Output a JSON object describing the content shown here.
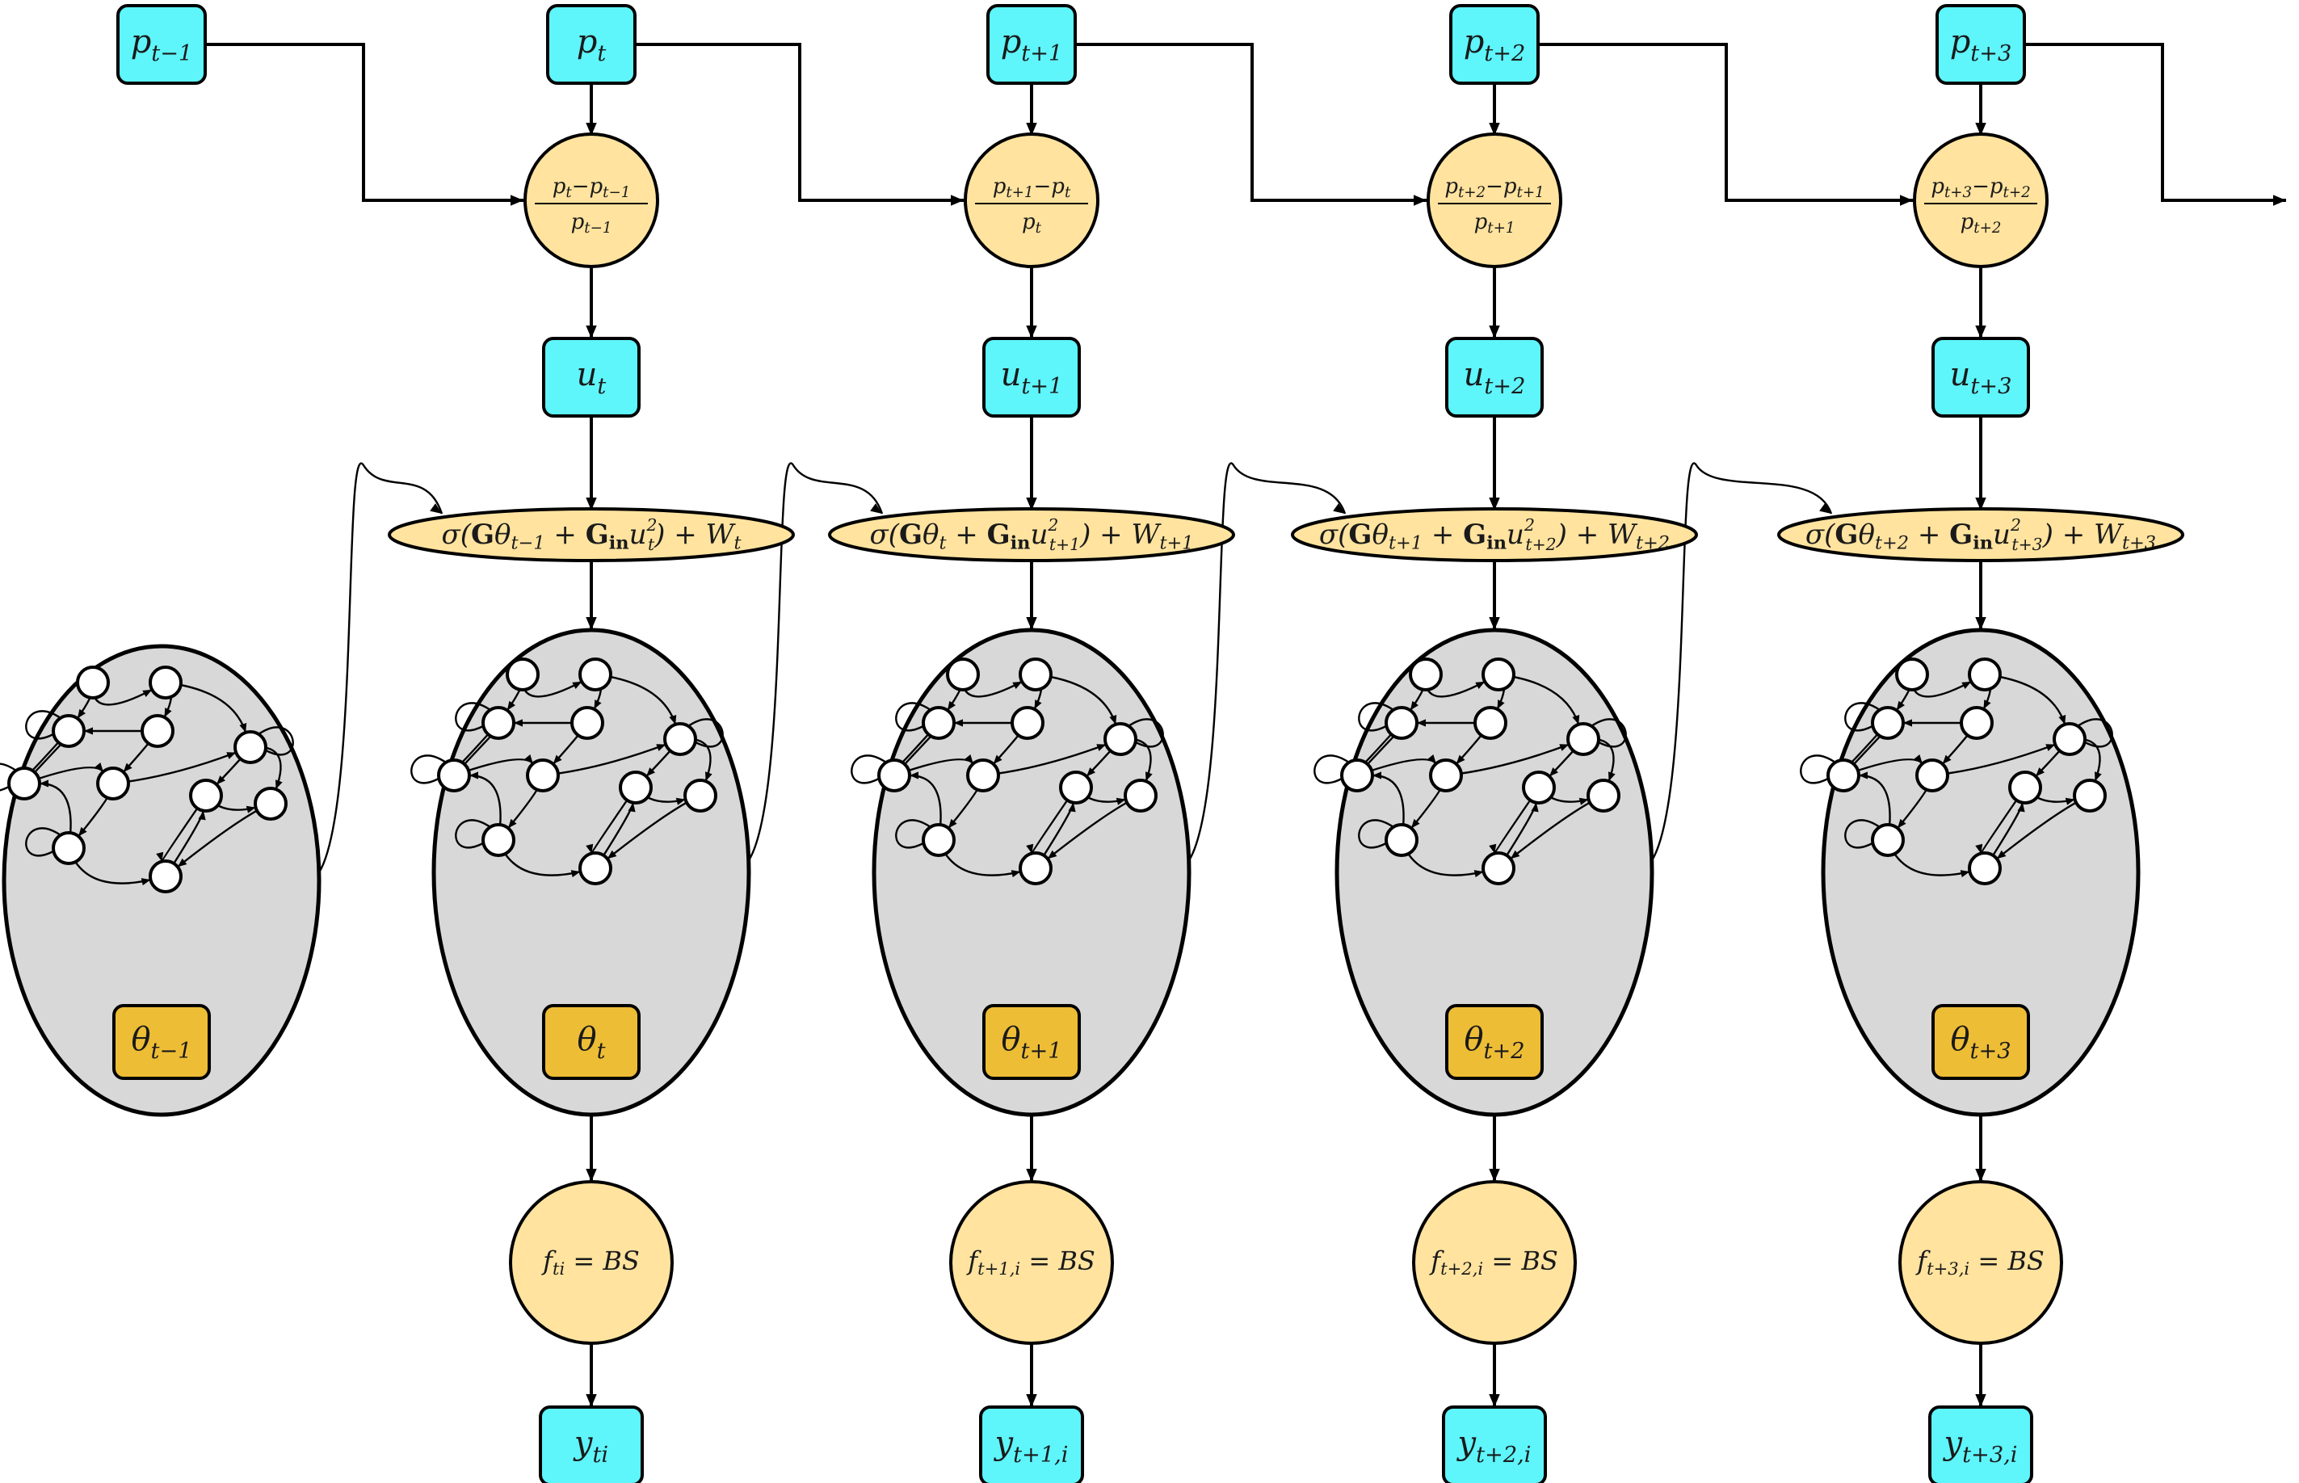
{
  "diagram": {
    "columns": [
      {
        "id": "t-1",
        "price": {
          "base": "p",
          "sub": "t−1"
        },
        "theta": {
          "base": "θ",
          "sub": "t−1"
        }
      },
      {
        "id": "t",
        "price": {
          "base": "p",
          "sub": "t"
        },
        "ratio": {
          "num_a": "p",
          "num_a_sub": "t",
          "num_b": "p",
          "num_b_sub": "t−1",
          "den": "p",
          "den_sub": "t−1"
        },
        "u": {
          "base": "u",
          "sub": "t"
        },
        "update": {
          "theta_sub": "t−1",
          "u_sub": "t",
          "w_sub": "t"
        },
        "theta": {
          "base": "θ",
          "sub": "t"
        },
        "f": {
          "base": "f",
          "sub": "ti",
          "rhs": "BS"
        },
        "y": {
          "base": "y",
          "sub": "ti"
        }
      },
      {
        "id": "t+1",
        "price": {
          "base": "p",
          "sub": "t+1"
        },
        "ratio": {
          "num_a": "p",
          "num_a_sub": "t+1",
          "num_b": "p",
          "num_b_sub": "t",
          "den": "p",
          "den_sub": "t"
        },
        "u": {
          "base": "u",
          "sub": "t+1"
        },
        "update": {
          "theta_sub": "t",
          "u_sub": "t+1",
          "w_sub": "t+1"
        },
        "theta": {
          "base": "θ",
          "sub": "t+1"
        },
        "f": {
          "base": "f",
          "sub": "t+1,i",
          "rhs": "BS"
        },
        "y": {
          "base": "y",
          "sub": "t+1,i"
        }
      },
      {
        "id": "t+2",
        "price": {
          "base": "p",
          "sub": "t+2"
        },
        "ratio": {
          "num_a": "p",
          "num_a_sub": "t+2",
          "num_b": "p",
          "num_b_sub": "t+1",
          "den": "p",
          "den_sub": "t+1"
        },
        "u": {
          "base": "u",
          "sub": "t+2"
        },
        "update": {
          "theta_sub": "t+1",
          "u_sub": "t+2",
          "w_sub": "t+2"
        },
        "theta": {
          "base": "θ",
          "sub": "t+2"
        },
        "f": {
          "base": "f",
          "sub": "t+2,i",
          "rhs": "BS"
        },
        "y": {
          "base": "y",
          "sub": "t+2,i"
        }
      },
      {
        "id": "t+3",
        "price": {
          "base": "p",
          "sub": "t+3"
        },
        "ratio": {
          "num_a": "p",
          "num_a_sub": "t+3",
          "num_b": "p",
          "num_b_sub": "t+2",
          "den": "p",
          "den_sub": "t+2"
        },
        "u": {
          "base": "u",
          "sub": "t+3"
        },
        "update": {
          "theta_sub": "t+2",
          "u_sub": "t+3",
          "w_sub": "t+3"
        },
        "theta": {
          "base": "θ",
          "sub": "t+3"
        },
        "f": {
          "base": "f",
          "sub": "t+3,i",
          "rhs": "BS"
        },
        "y": {
          "base": "y",
          "sub": "t+3,i"
        }
      }
    ],
    "update_tokens": {
      "sigma": "σ",
      "G": "G",
      "theta": "θ",
      "G_in": "G",
      "in": "in",
      "u": "u",
      "square": "2",
      "W": "W",
      "plus": "+",
      "eq": "="
    },
    "colors": {
      "cyan_box": "#5ef5fb",
      "gold_box": "#eebd36",
      "yellow_node": "#ffe39f",
      "reservoir_fill": "#d8d8d8"
    },
    "icons": [
      "reservoir-network",
      "arrow"
    ]
  }
}
